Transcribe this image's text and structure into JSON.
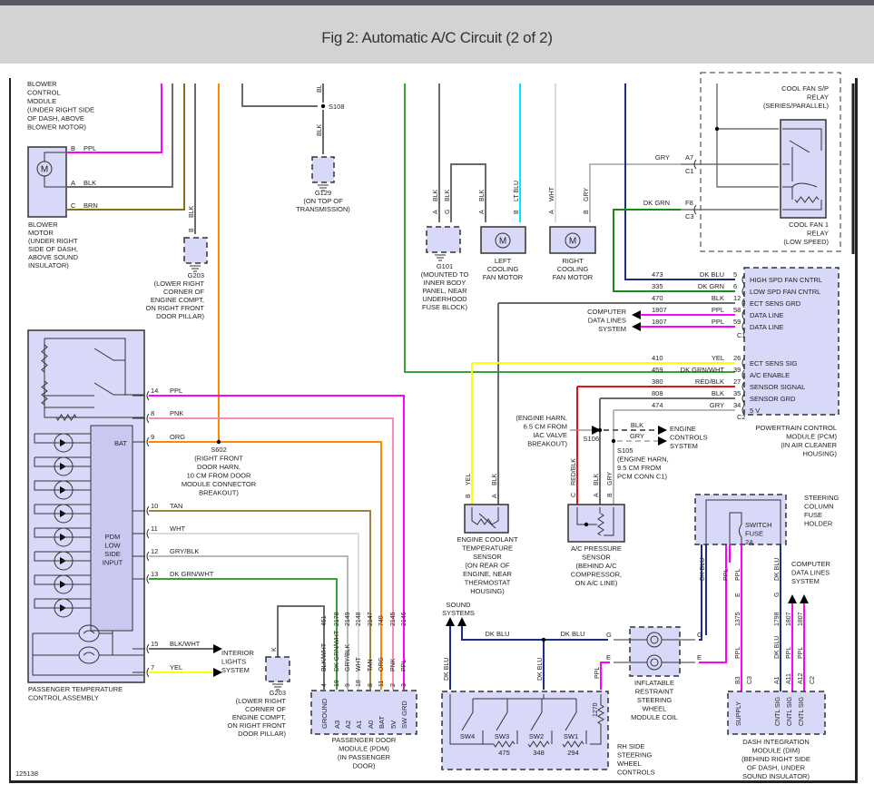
{
  "header": {
    "title": "Fig 2: Automatic A/C Circuit (2 of 2)"
  },
  "figure_id": "125138",
  "colors": {
    "PPL": "#ff00ff",
    "PNK": "#f48cb4",
    "ORG": "#ff8800",
    "TAN": "#a0823c",
    "WHT": "#dcdcdc",
    "GRY": "#b8b8b8",
    "BLK": "#6a6a6a",
    "BRN": "#8a6e1e",
    "YEL": "#ffff00",
    "LTBLU": "#00e5ff",
    "DKBLU": "#1a2e8c",
    "DKGRN": "#1a8a1a",
    "DKGRNWHT": "#3aa03a",
    "RED": "#e81010",
    "component": "#d8d8f8"
  },
  "components": {
    "blower_module": [
      "BLOWER",
      "CONTROL",
      "MODULE",
      "(UNDER RIGHT SIDE",
      "OF DASH, ABOVE",
      "BLOWER MOTOR)"
    ],
    "blower_motor": [
      "BLOWER",
      "MOTOR",
      "(UNDER RIGHT",
      "SIDE OF DASH,",
      "ABOVE SOUND",
      "INSULATOR)"
    ],
    "g203_top": [
      "G203",
      "(LOWER RIGHT",
      "CORNER OF",
      "ENGINE COMPT,",
      "ON RIGHT FRONT",
      "DOOR PILLAR)"
    ],
    "g129": [
      "G129",
      "(ON TOP OF",
      "TRANSMISSION)"
    ],
    "s108": "S108",
    "g101": [
      "G101",
      "(MOUNTED TO",
      "INNER BODY",
      "PANEL, NEAR",
      "UNDERHOOD",
      "FUSE BLOCK)"
    ],
    "left_fan": [
      "LEFT",
      "COOLING",
      "FAN MOTOR"
    ],
    "right_fan": [
      "RIGHT",
      "COOLING",
      "FAN MOTOR"
    ],
    "sp_relay": [
      "COOL FAN S/P",
      "RELAY",
      "(SERIES/PARALLEL)"
    ],
    "fan1_relay": [
      "COOL FAN 1",
      "RELAY",
      "(LOW SPEED)"
    ],
    "pcm": [
      "POWERTRAIN CONTROL",
      "MODULE (PCM)",
      "(IN AIR CLEANER",
      "HOUSING)"
    ],
    "computer_data": [
      "COMPUTER",
      "DATA LINES",
      "SYSTEM"
    ],
    "ptca": [
      "PASSENGER TEMPERATURE",
      "CONTROL ASSEMBLY"
    ],
    "pdm_low": [
      "PDM",
      "LOW",
      "SIDE",
      "INPUT"
    ],
    "s602": [
      "S602",
      "(RIGHT FRONT",
      "DOOR HARN,",
      "10 CM FROM DOOR",
      "MODULE CONNECTOR",
      "BREAKOUT)"
    ],
    "interior_lights": [
      "INTERIOR",
      "LIGHTS",
      "SYSTEM"
    ],
    "g203_bottom": [
      "G203",
      "(LOWER RIGHT",
      "CORNER OF",
      "ENGINE COMPT,",
      "ON RIGHT FRONT",
      "DOOR PILLAR)"
    ],
    "pdm": [
      "PASSENGER DOOR",
      "MODULE (PDM)",
      "(IN PASSENGER",
      "DOOR)"
    ],
    "ect": [
      "ENGINE COOLANT",
      "TEMPERATURE",
      "SENSOR",
      "(ON REAR OF",
      "ENGINE, NEAR",
      "THERMOSTAT",
      "HOUSING)"
    ],
    "ac_pressure": [
      "A/C PRESSURE",
      "SENSOR",
      "(BEHIND A/C",
      "COMPRESSOR,",
      "ON A/C LINE)"
    ],
    "s106_note": [
      "(ENGINE HARN,",
      "6.5 CM FROM",
      "IAC VALVE",
      "BREAKOUT)"
    ],
    "s106": "S106",
    "s105": [
      "S105",
      "(ENGINE HARN,",
      "9.5 CM FROM",
      "PCM CONN C1)"
    ],
    "engine_controls": [
      "ENGINE",
      "CONTROLS",
      "SYSTEM"
    ],
    "steering_fuse": [
      "STEERING",
      "COLUMN",
      "FUSE",
      "HOLDER"
    ],
    "switch_fuse": [
      "SWITCH",
      "FUSE",
      "2A"
    ],
    "sound_systems": [
      "SOUND",
      "SYSTEMS"
    ],
    "rh_controls": [
      "RH SIDE",
      "STEERING",
      "WHEEL",
      "CONTROLS"
    ],
    "coil": [
      "INFLATABLE",
      "RESTRAINT",
      "STEERING",
      "WHEEL",
      "MODULE COIL"
    ],
    "dim": [
      "DASH INTEGRATION",
      "MODULE (DIM)",
      "(BEHIND RIGHT SIDE",
      "OF DASH, UNDER",
      "SOUND INSULATOR)"
    ]
  },
  "pcm_pins": [
    {
      "circuit": "473",
      "color": "DK BLU",
      "pin": "5",
      "function": "HIGH SPD FAN CNTRL"
    },
    {
      "circuit": "335",
      "color": "DK GRN",
      "pin": "6",
      "function": "LOW SPD FAN CNTRL"
    },
    {
      "circuit": "470",
      "color": "BLK",
      "pin": "12",
      "function": "ECT SENS GRD"
    },
    {
      "circuit": "1807",
      "color": "PPL",
      "pin": "58",
      "function": "DATA LINE"
    },
    {
      "circuit": "1807",
      "color": "PPL",
      "pin": "59",
      "function": "DATA LINE"
    },
    {
      "circuit": "410",
      "color": "YEL",
      "pin": "26",
      "function": "ECT SENS SIG"
    },
    {
      "circuit": "459",
      "color": "DK GRN/WHT",
      "pin": "39",
      "function": "A/C ENABLE"
    },
    {
      "circuit": "380",
      "color": "RED/BLK",
      "pin": "27",
      "function": "SENSOR SIGNAL"
    },
    {
      "circuit": "808",
      "color": "BLK",
      "pin": "35",
      "function": "SENSOR GRD"
    },
    {
      "circuit": "474",
      "color": "GRY",
      "pin": "34",
      "function": "5 V"
    }
  ],
  "pcm_connectors": [
    "C1",
    "C2"
  ],
  "ptca_pins": [
    {
      "pin": "14",
      "color": "PPL"
    },
    {
      "pin": "8",
      "color": "PNK"
    },
    {
      "pin": "9",
      "color": "ORG"
    },
    {
      "pin": "10",
      "color": "TAN"
    },
    {
      "pin": "11",
      "color": "WHT"
    },
    {
      "pin": "12",
      "color": "GRY/BLK"
    },
    {
      "pin": "13",
      "color": "DK GRN/WHT"
    },
    {
      "pin": "15",
      "color": "BLK/WHT"
    },
    {
      "pin": "7",
      "color": "YEL"
    }
  ],
  "ptca_bat": "BAT",
  "pdm_pins": [
    {
      "pin": "4",
      "circuit": "451",
      "color": "BLK/WHT",
      "function": "GROUND"
    },
    {
      "pin": "19",
      "circuit": "2178",
      "color": "DK GRN/WHT",
      "function": "A3"
    },
    {
      "pin": "9",
      "circuit": "2149",
      "color": "GRY/BLK",
      "function": "A2"
    },
    {
      "pin": "18",
      "circuit": "2148",
      "color": "WHT",
      "function": "A1"
    },
    {
      "pin": "8",
      "circuit": "2147",
      "color": "TAN",
      "function": "A0"
    },
    {
      "pin": "11",
      "circuit": "740",
      "color": "ORG",
      "function": "BAT"
    },
    {
      "pin": "2",
      "circuit": "2145",
      "color": "PNK",
      "function": "5V"
    },
    {
      "pin": "3",
      "circuit": "2146",
      "color": "PPL",
      "function": "SW GRD"
    }
  ],
  "blower_pins": [
    {
      "pin": "B",
      "color": "PPL"
    },
    {
      "pin": "A",
      "color": "BLK"
    },
    {
      "pin": "C",
      "color": "BRN"
    }
  ],
  "relay_pins": [
    {
      "pin": "A7",
      "conn": "C1",
      "color": "GRY"
    },
    {
      "pin": "F8",
      "conn": "C3",
      "color": "DK GRN"
    }
  ],
  "fan_pins": {
    "g101": [
      {
        "pin": "A",
        "color": "BLK"
      },
      {
        "pin": "G",
        "color": "BLK"
      }
    ],
    "left": [
      {
        "pin": "A",
        "color": "BLK"
      },
      {
        "pin": "B",
        "color": "LT BLU"
      }
    ],
    "right": [
      {
        "pin": "A",
        "color": "WHT"
      },
      {
        "pin": "B",
        "color": "GRY"
      }
    ]
  },
  "ect_pins": [
    {
      "pin": "B",
      "color": "YEL"
    },
    {
      "pin": "A",
      "color": "BLK"
    }
  ],
  "acp_pins": [
    {
      "pin": "C",
      "color": "RED/BLK"
    },
    {
      "pin": "A",
      "color": "BLK"
    },
    {
      "pin": "B",
      "color": "GRY"
    }
  ],
  "engine_ctrl_wires": [
    "BLK",
    "GRY"
  ],
  "g203_pin": {
    "pin": "K",
    "wire": "BLK"
  },
  "s108_wires": [
    "BLK",
    "BLK"
  ],
  "g203_top_pin": {
    "pin": "B",
    "wire": "BLK"
  },
  "steering": {
    "wires": [
      "DK BLU",
      "DK BLU",
      "DK BLU",
      "PPL"
    ],
    "resistors": [
      "475",
      "348",
      "294",
      "1270"
    ],
    "switches": [
      "SW4",
      "SW3",
      "SW2",
      "SW1"
    ],
    "coil_pins": [
      "G",
      "E"
    ],
    "coil_wire_labels": [
      "DK BLU",
      "DK BLU"
    ]
  },
  "dim": {
    "fuse_wires": [
      "DK BLU",
      "PPL",
      "PPL",
      "DK BLU"
    ],
    "pins": [
      {
        "pin": "B3",
        "circuit": "1375",
        "color": "PPL",
        "function": "SUPPLY",
        "conn": "C3"
      },
      {
        "pin": "A1",
        "circuit": "1798",
        "color": "DK BLU",
        "function": "CNTL SIG"
      },
      {
        "pin": "A11",
        "circuit": "1807",
        "color": "PPL",
        "function": "CNTL SIG"
      },
      {
        "pin": "A12",
        "circuit": "1807",
        "color": "PPL",
        "function": "CNTL SIG",
        "conn": "C2"
      }
    ],
    "inline_pins": [
      "E",
      "G"
    ]
  }
}
